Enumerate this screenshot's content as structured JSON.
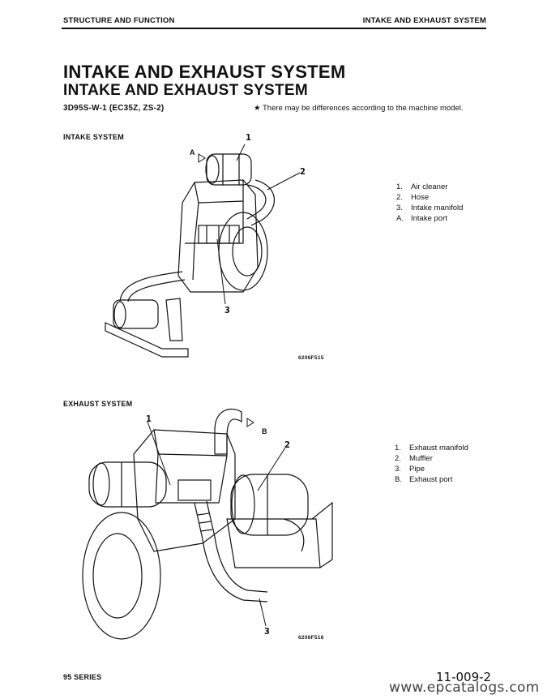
{
  "header": {
    "left": "STRUCTURE AND FUNCTION",
    "right": "INTAKE AND EXHAUST SYSTEM"
  },
  "title": "INTAKE AND EXHAUST SYSTEM",
  "subtitle": "INTAKE AND EXHAUST SYSTEM",
  "model": "3D95S-W-1 (EC35Z, ZS-2)",
  "note": "★  There may be differences according to the machine model.",
  "intake": {
    "heading": "INTAKE SYSTEM",
    "callouts": {
      "c1": "1",
      "c2": "2",
      "c3": "3",
      "port": "A"
    },
    "legend": [
      {
        "num": "1.",
        "text": "Air cleaner"
      },
      {
        "num": "2.",
        "text": "Hose"
      },
      {
        "num": "3.",
        "text": "Intake manifold"
      },
      {
        "num": "A.",
        "text": "Intake port"
      }
    ],
    "code": "6206F515"
  },
  "exhaust": {
    "heading": "EXHAUST SYSTEM",
    "callouts": {
      "c1": "1",
      "c2": "2",
      "c3": "3",
      "port": "B"
    },
    "legend": [
      {
        "num": "1.",
        "text": "Exhaust manifold"
      },
      {
        "num": "2.",
        "text": "Muffler"
      },
      {
        "num": "3.",
        "text": "Pipe"
      },
      {
        "num": "B.",
        "text": "Exhaust port"
      }
    ],
    "code": "6206F516"
  },
  "footer": {
    "series": "95 SERIES",
    "page": "11-009-2",
    "watermark": "www.epcatalogs.com"
  }
}
